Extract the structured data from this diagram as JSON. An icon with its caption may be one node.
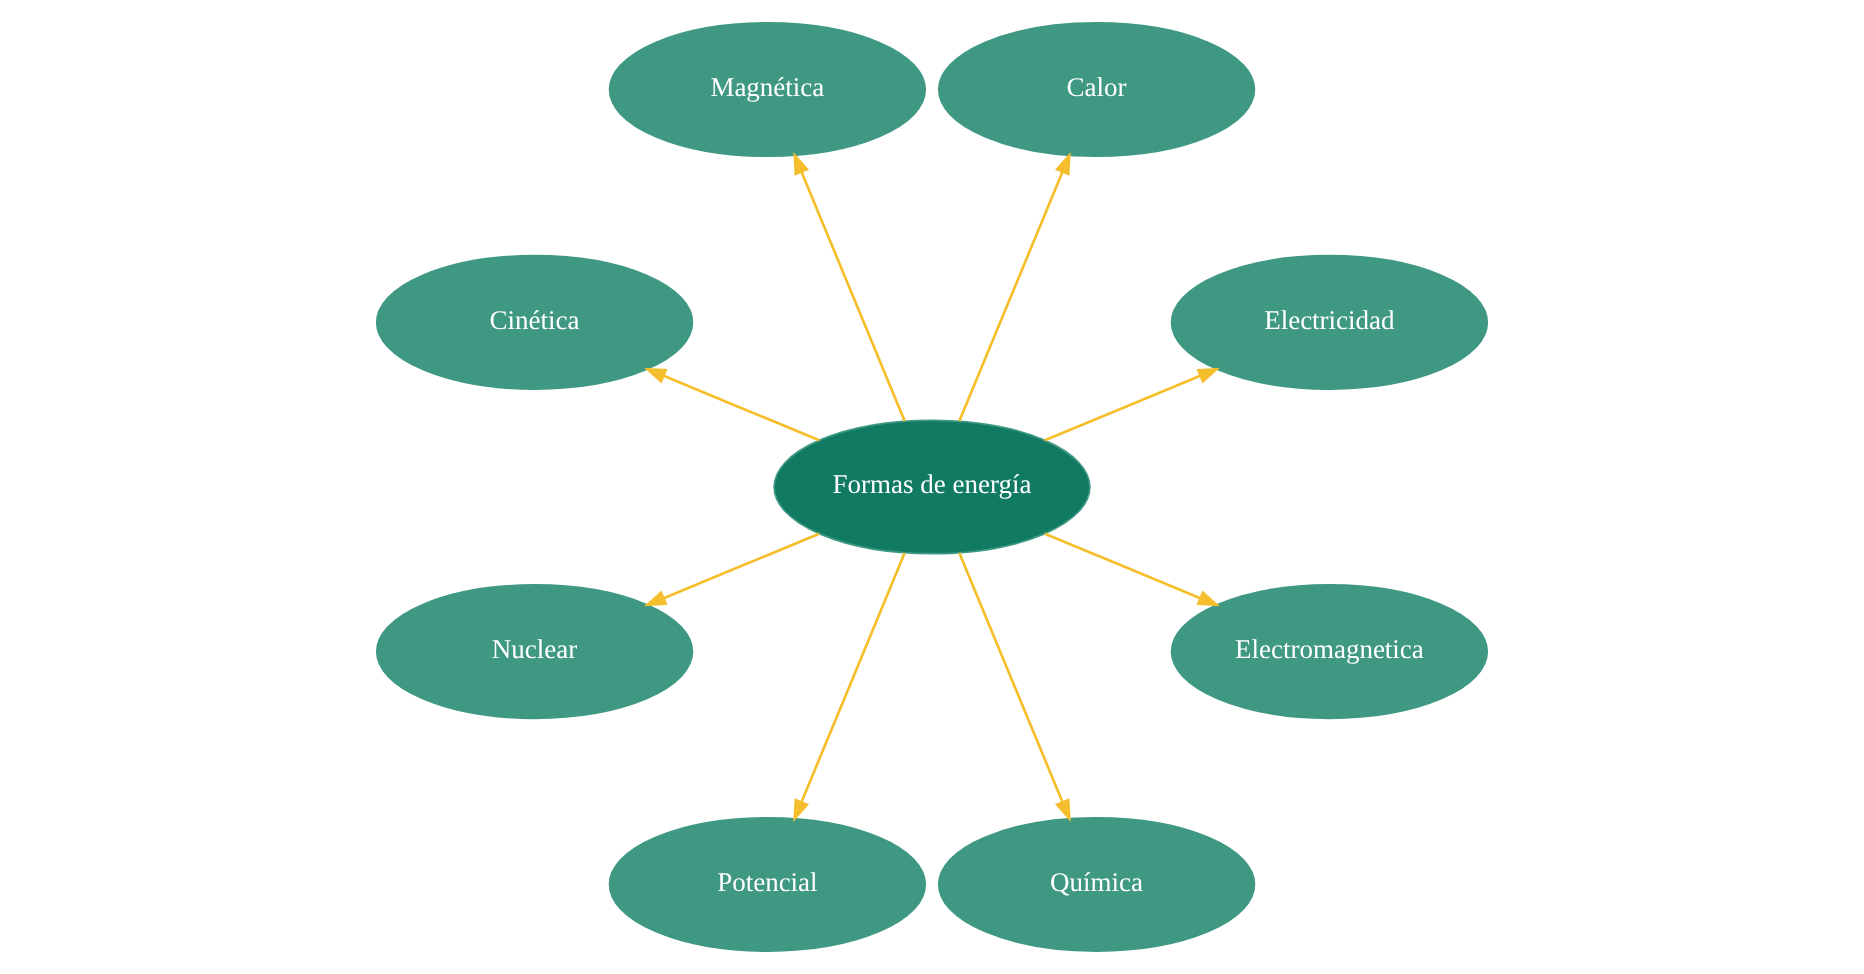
{
  "diagram": {
    "nodes": [
      {
        "text": [
          "Electricidad"
        ]
      },
      {
        "text": [
          "Calor"
        ]
      },
      {
        "text": [
          "Magnética"
        ]
      },
      {
        "text": [
          "Cinética"
        ]
      },
      {
        "text": [
          "Formas de energía"
        ]
      },
      {
        "text": [
          "Nuclear"
        ]
      },
      {
        "text": [
          "Potencial"
        ]
      },
      {
        "text": [
          "Química"
        ]
      },
      {
        "text": [
          "Electromagnetica"
        ]
      }
    ],
    "edges": [
      {
        "from": 4,
        "to": 0,
        "arrow": "to"
      },
      {
        "from": 4,
        "to": 1,
        "arrow": "to"
      },
      {
        "from": 4,
        "to": 2,
        "arrow": "to"
      },
      {
        "from": 4,
        "to": 3,
        "arrow": "to"
      },
      {
        "from": 4,
        "to": 5,
        "arrow": "to"
      },
      {
        "from": 4,
        "to": 6,
        "arrow": "to"
      },
      {
        "from": 4,
        "to": 7,
        "arrow": "to"
      },
      {
        "from": 4,
        "to": 8,
        "arrow": "to"
      }
    ]
  }
}
